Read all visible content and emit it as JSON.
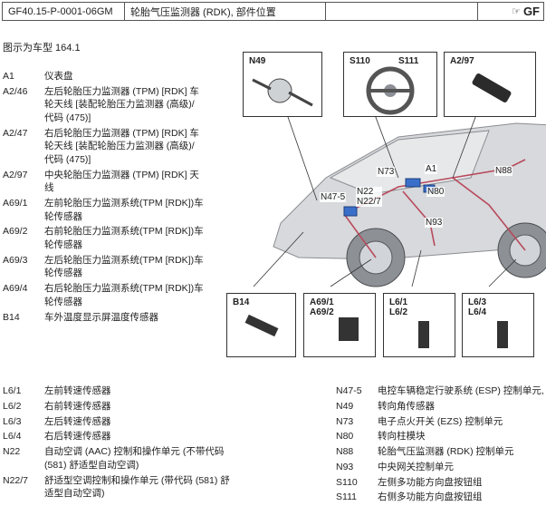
{
  "header": {
    "doc_id": "GF40.15-P-0001-06GM",
    "title": "轮胎气压监测器 (RDK), 部件位置",
    "logo": "GF"
  },
  "note": "图示为车型 164.1",
  "legend_left": [
    {
      "code": "A1",
      "desc": "仪表盘"
    },
    {
      "code": "A2/46",
      "desc": "左后轮胎压力监测器 (TPM) [RDK] 车轮天线 [装配轮胎压力监测器 (高级)/代码 (475)]"
    },
    {
      "code": "A2/47",
      "desc": "右后轮胎压力监测器 (TPM) [RDK] 车轮天线 [装配轮胎压力监测器 (高级)/代码 (475)]"
    },
    {
      "code": "A2/97",
      "desc": "中央轮胎压力监测器 (TPM) [RDK] 天线"
    },
    {
      "code": "A69/1",
      "desc": "左前轮胎压力监测系统(TPM [RDK])车轮传感器"
    },
    {
      "code": "A69/2",
      "desc": "右前轮胎压力监测系统(TPM [RDK])车轮传感器"
    },
    {
      "code": "A69/3",
      "desc": "左后轮胎压力监测系统(TPM [RDK])车轮传感器"
    },
    {
      "code": "A69/4",
      "desc": "右后轮胎压力监测系统(TPM [RDK])车轮传感器"
    },
    {
      "code": "B14",
      "desc": "车外温度显示屏温度传感器"
    }
  ],
  "legend_bottom_left": [
    {
      "code": "L6/1",
      "desc": "左前转速传感器"
    },
    {
      "code": "L6/2",
      "desc": "右前转速传感器"
    },
    {
      "code": "L6/3",
      "desc": "左后转速传感器"
    },
    {
      "code": "L6/4",
      "desc": "右后转速传感器"
    },
    {
      "code": "N22",
      "desc": "自动空调 (AAC) 控制和操作单元 (不带代码 (581) 舒适型自动空调)"
    },
    {
      "code": "N22/7",
      "desc": "舒适型空调控制和操作单元 (带代码 (581) 舒适型自动空调)"
    }
  ],
  "legend_bottom_right": [
    {
      "code": "N47-5",
      "desc": "电控车辆稳定行驶系统 (ESP) 控制单元,"
    },
    {
      "code": "N49",
      "desc": "转向角传感器"
    },
    {
      "code": "N73",
      "desc": "电子点火开关 (EZS) 控制单元"
    },
    {
      "code": "N80",
      "desc": "转向柱模块"
    },
    {
      "code": "N88",
      "desc": "轮胎气压监测器 (RDK) 控制单元"
    },
    {
      "code": "N93",
      "desc": "中央网关控制单元"
    },
    {
      "code": "S110",
      "desc": "左侧多功能方向盘按钮组"
    },
    {
      "code": "S111",
      "desc": "右侧多功能方向盘按钮组"
    }
  ],
  "diagram": {
    "top_boxes": [
      "N49",
      "S110",
      "S111",
      "A2/97"
    ],
    "bottom_boxes": [
      "B14",
      "A69/1\nA69/2",
      "L6/1\nL6/2",
      "L6/3\nL6/4"
    ],
    "callouts": [
      "N73",
      "A1",
      "N88",
      "N47-5",
      "N22\nN22/7",
      "N80",
      "N93"
    ]
  }
}
